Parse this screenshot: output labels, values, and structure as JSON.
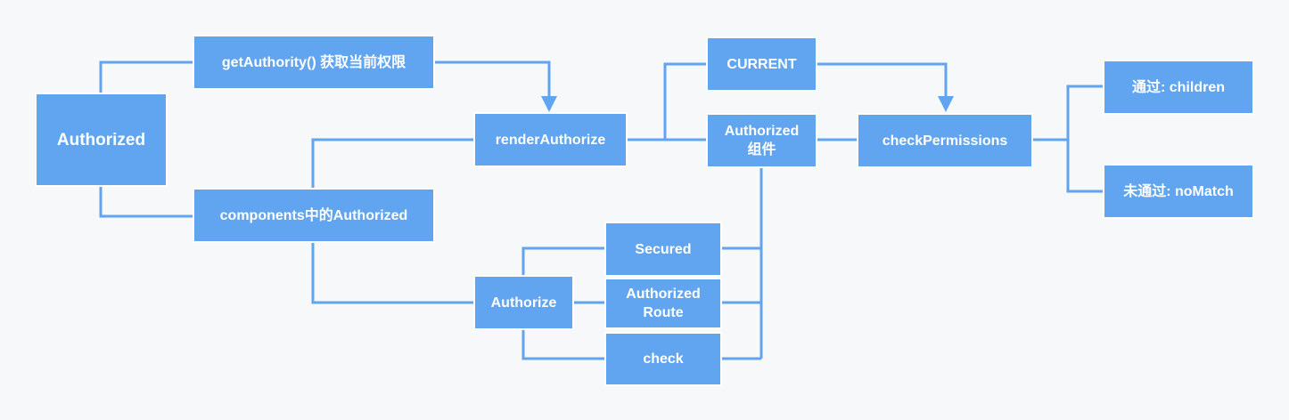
{
  "colors": {
    "node_fill": "#61a5f0",
    "edge": "#61a5f0",
    "background": "#f7f8f9",
    "text": "#ffffff"
  },
  "nodes": {
    "authorized": "Authorized",
    "get_authority": "getAuthority() 获取当前权限",
    "components_authorized": "components中的Authorized",
    "render_authorize": "renderAuthorize",
    "current": "CURRENT",
    "authorized_component": "Authorized\n组件",
    "check_permissions": "checkPermissions",
    "pass_children": "通过: children",
    "fail_nomatch": "未通过: noMatch",
    "authorize": "Authorize",
    "secured": "Secured",
    "authorized_route": "Authorized\nRoute",
    "check": "check"
  }
}
